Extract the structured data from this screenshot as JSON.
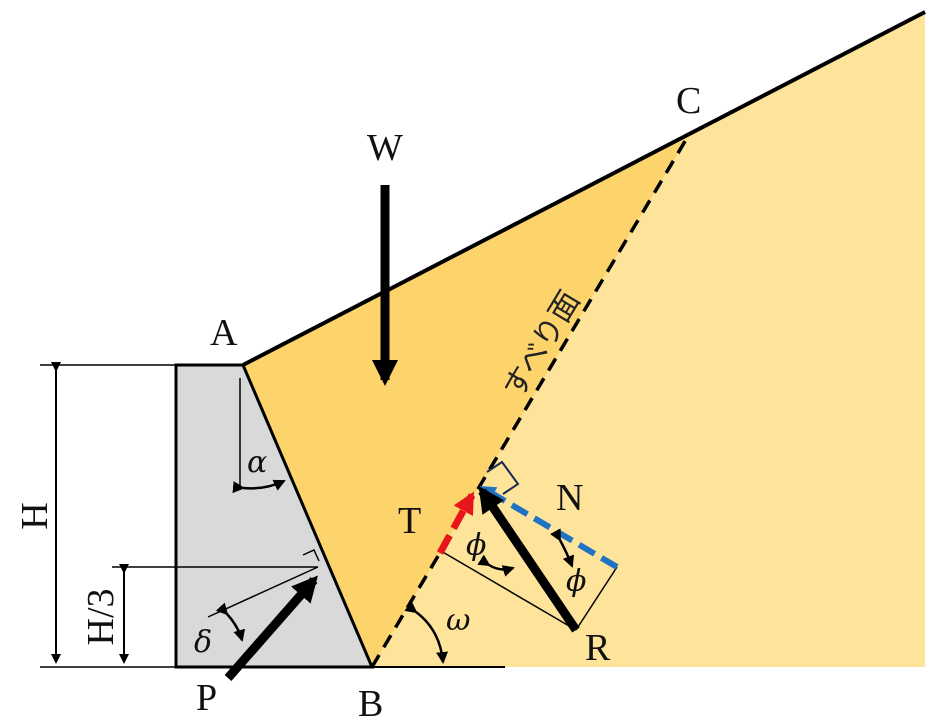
{
  "points": {
    "A": "A",
    "B": "B",
    "C": "C",
    "P": "P",
    "R": "R",
    "T": "T",
    "N": "N",
    "W": "W"
  },
  "dimensions": {
    "height": "H",
    "third_height": "H/3"
  },
  "angles": {
    "wall_back": "α",
    "wall_friction": "δ",
    "internal_friction_1": "ϕ",
    "internal_friction_2": "ϕ",
    "slip_angle": "ω"
  },
  "slip_surface_label": "すべり面",
  "colors": {
    "soil": "#fde49a",
    "wedge": "#fcd46b",
    "wall": "#d9d9d9",
    "friction_force": "#e8161b",
    "normal_force": "#1f72c4",
    "lines": "#000000"
  }
}
